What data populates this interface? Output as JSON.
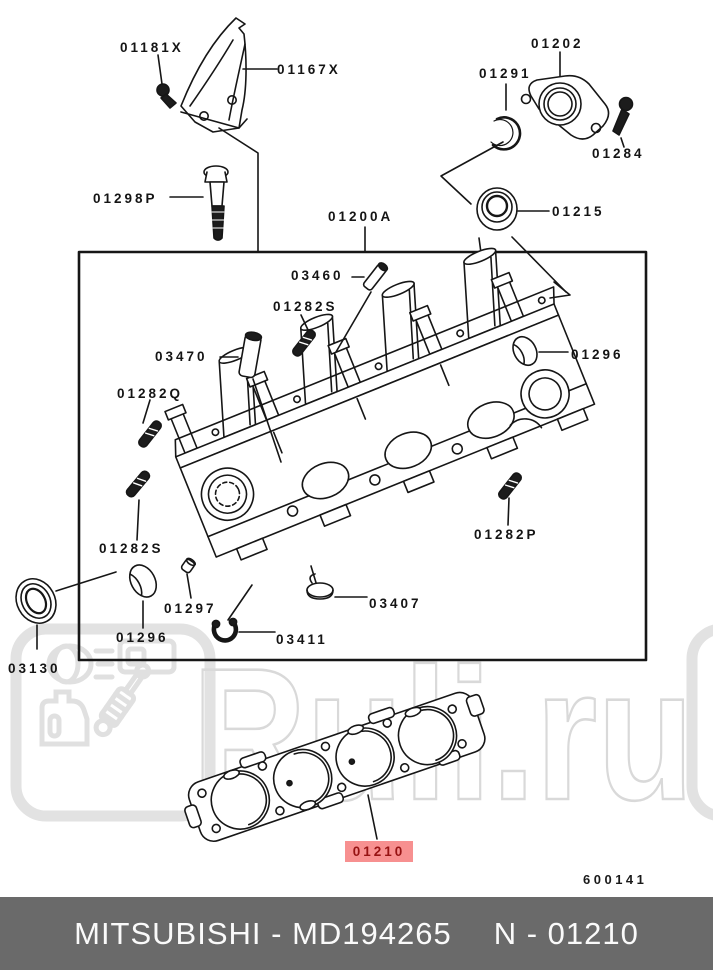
{
  "diagram": {
    "labels": [
      {
        "part": "01181X"
      },
      {
        "part": "01167X"
      },
      {
        "part": "01298P"
      },
      {
        "part": "01202"
      },
      {
        "part": "01291"
      },
      {
        "part": "01284"
      },
      {
        "part": "01215"
      },
      {
        "part": "01200A"
      },
      {
        "part": "03460"
      },
      {
        "part": "01282S"
      },
      {
        "part": "03470"
      },
      {
        "part": "01282Q"
      },
      {
        "part": "01296"
      },
      {
        "part": "01282P"
      },
      {
        "part": "01282S"
      },
      {
        "part": "01297"
      },
      {
        "part": "03407"
      },
      {
        "part": "03411"
      },
      {
        "part": "01296"
      },
      {
        "part": "03130"
      }
    ],
    "highlighted_part": {
      "text": "01210",
      "bg_color": "#f79090",
      "text_color": "#971313"
    },
    "sheet_code": "600141",
    "line_color": "#161616"
  },
  "watermark": {
    "text": "Ruli.ru",
    "color": "#d9d9d9",
    "icons": [
      "headlight-icon",
      "plate-icon",
      "oil-canister-icon",
      "shock-absorber-icon"
    ]
  },
  "footer": {
    "brand_part": "MITSUBISHI - MD194265",
    "ref": "N - 01210",
    "bg_color": "#6a6a6a",
    "text_color": "#fafafa"
  }
}
